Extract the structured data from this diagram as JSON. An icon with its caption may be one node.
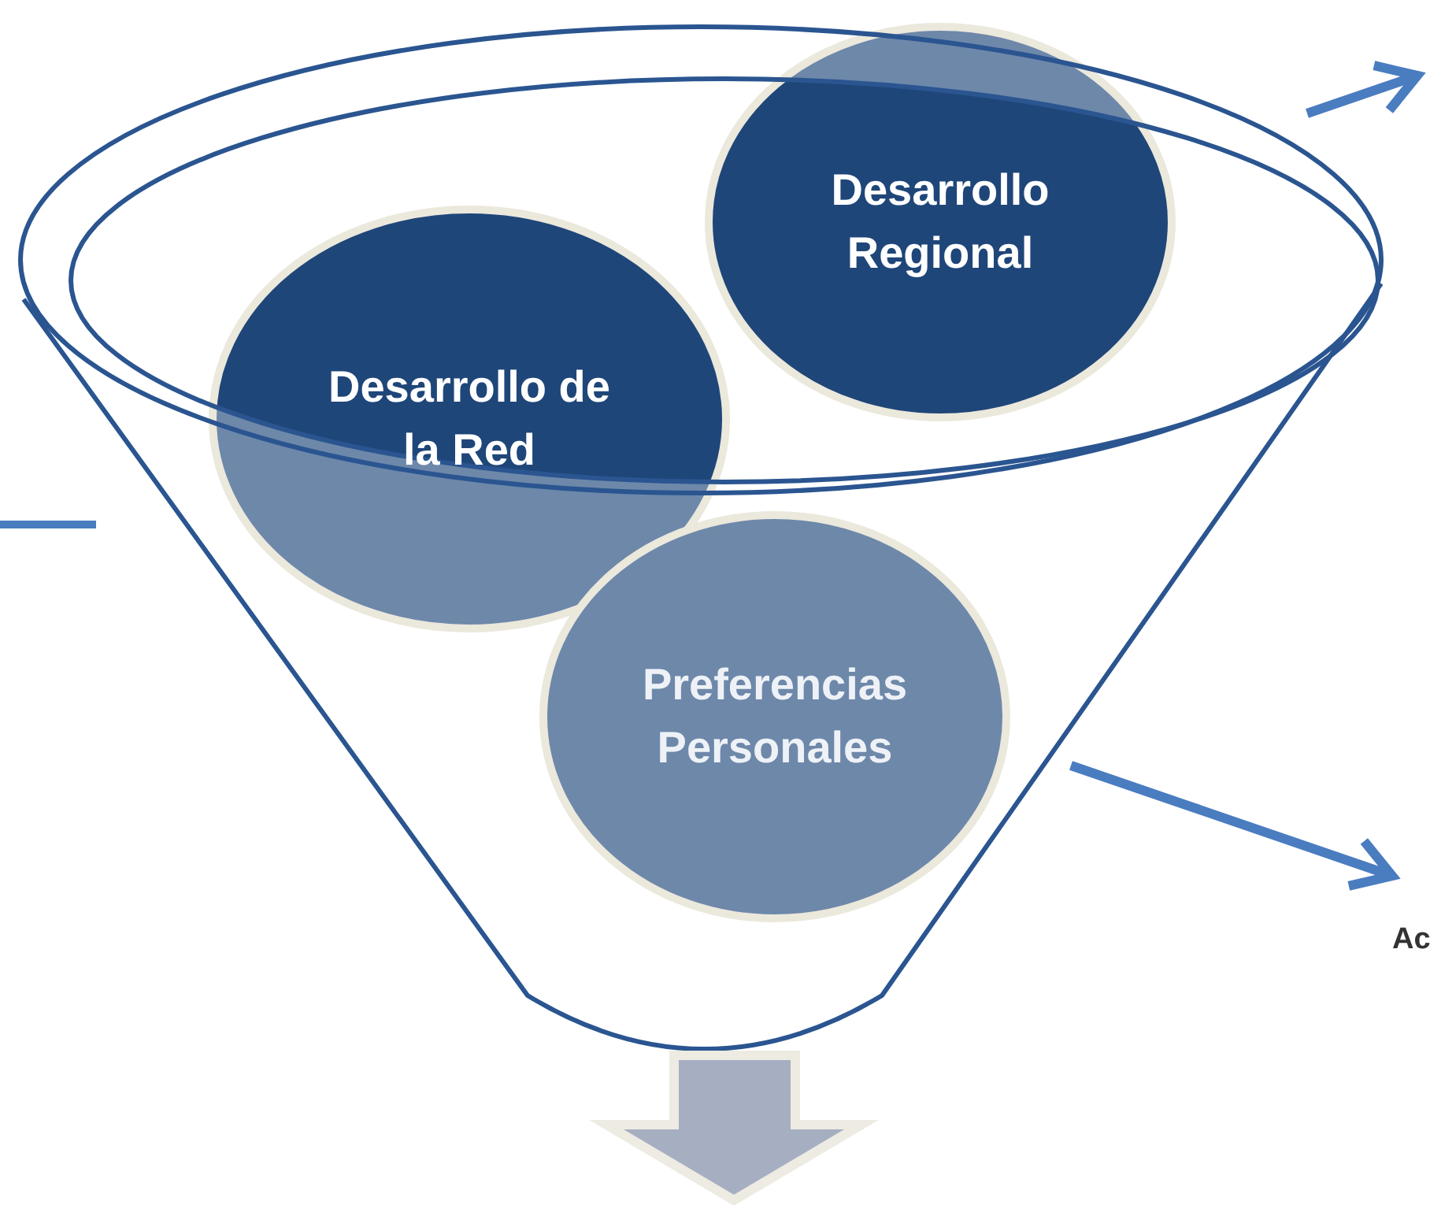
{
  "diagram": {
    "nodes": [
      {
        "text": [
          "Desarrollo Regional"
        ]
      },
      {
        "text": [
          "Desarrollo de la Red"
        ]
      },
      {
        "text": [
          "Preferencias Personales"
        ]
      }
    ],
    "labels": [
      "Ac"
    ]
  }
}
